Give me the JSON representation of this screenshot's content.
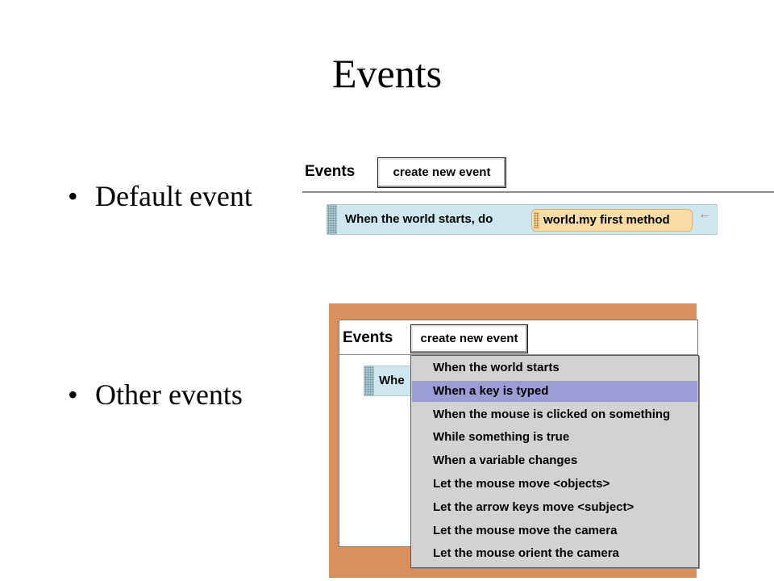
{
  "slide": {
    "title": "Events",
    "bullets": [
      {
        "text": "Default event"
      },
      {
        "text": "Other events"
      }
    ]
  },
  "panel_default": {
    "header": "Events",
    "create_button": "create new event",
    "event_text": "When the world starts,  do",
    "method": "world.my first method",
    "arrow": "←"
  },
  "panel_other": {
    "header": "Events",
    "create_button": "create new event",
    "event_text_truncated": "Whe",
    "menu_items": [
      "When the world starts",
      "When a key is typed",
      "When the mouse is clicked on something",
      "While something is true",
      "When a variable changes",
      "Let the mouse move <objects>",
      "Let the arrow keys move <subject>",
      "Let the mouse move the camera",
      "Let the mouse orient the camera"
    ],
    "selected_index": 1
  },
  "colors": {
    "event_bar": "#cfe6ee",
    "method_tile": "#fbdca6",
    "menu_selected": "#9d9dd5",
    "frame": "#d9905c"
  }
}
